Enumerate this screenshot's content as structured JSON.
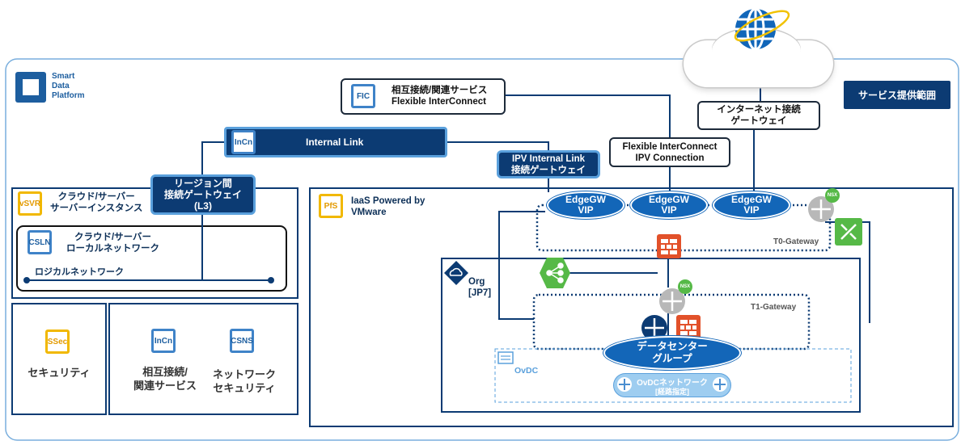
{
  "brand": {
    "name": "Smart\nData\nPlatform"
  },
  "cloud": {
    "icon": "globe-icon"
  },
  "legend": {
    "service_scope": "サービス提供範囲"
  },
  "fic": {
    "badge": "FIC",
    "title": "相互接続/関連サービス\nFlexible InterConnect"
  },
  "internal_link": {
    "badge": "InCn",
    "label": "Internal Link"
  },
  "region_gateway": {
    "label": "リージョン間\n接続ゲートウェイ\n(L3)"
  },
  "ipv_gateway": {
    "label": "IPV Internal Link\n接続ゲートウェイ"
  },
  "fic_ipv": {
    "label": "Flexible InterConnect\nIPV Connection"
  },
  "internet_gateway": {
    "label": "インターネット接続\nゲートウェイ"
  },
  "vsvr": {
    "badge": "vSVR",
    "label": "クラウド/サーバー\nサーバーインスタンス"
  },
  "csln": {
    "badge": "CSLN",
    "label": "クラウド/サーバー\nローカルネットワーク"
  },
  "logical_network": {
    "label": "ロジカルネットワーク"
  },
  "iaas": {
    "badge": "PfS",
    "label": "IaaS Powered by\nVMware"
  },
  "edge_vips": [
    "EdgeGW\nVIP",
    "EdgeGW\nVIP",
    "EdgeGW\nVIP"
  ],
  "t0": {
    "label": "T0-Gateway",
    "nsx": "NSX"
  },
  "org": {
    "label": "Org\n[JP7]"
  },
  "t1": {
    "label": "T1-Gateway",
    "nsx": "NSX"
  },
  "datacenter_group": {
    "label": "データセンター\nグループ"
  },
  "ovdc": {
    "label": "OvDC"
  },
  "ovdc_network": {
    "title": "OvDCネットワーク",
    "sub": "[経路指定]"
  },
  "security": {
    "badge": "SSec",
    "label": "セキュリティ"
  },
  "interconnect": {
    "badge": "InCn",
    "label": "相互接続/\n関連サービス"
  },
  "netsec": {
    "badge": "CSNS",
    "label": "ネットワーク\nセキュリティ"
  },
  "colors": {
    "navy": "#0c3b73",
    "blue": "#1366b8",
    "outline": "#5aa0dc",
    "gold": "#f1b800",
    "firewall": "#e2512a",
    "green": "#56b947"
  }
}
